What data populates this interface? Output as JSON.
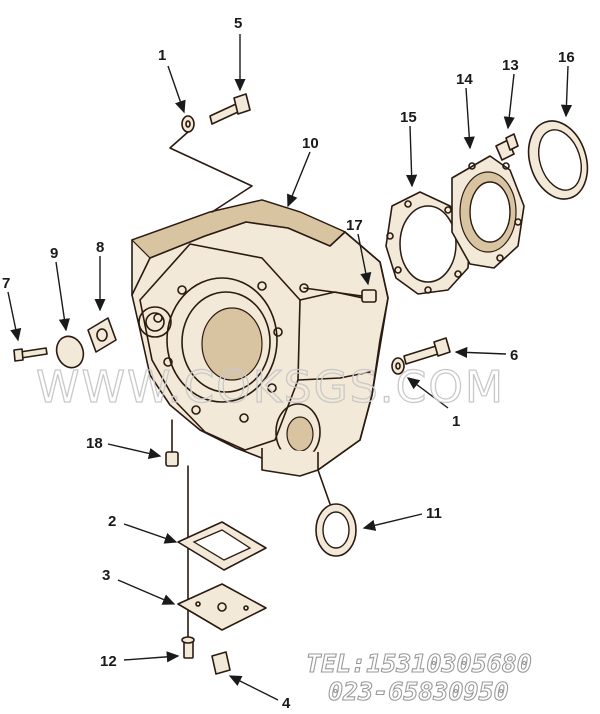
{
  "callouts": {
    "c1_top": "1",
    "c5": "5",
    "c10": "10",
    "c13": "13",
    "c14": "14",
    "c15": "15",
    "c16": "16",
    "c17": "17",
    "c7": "7",
    "c9": "9",
    "c8": "8",
    "c6": "6",
    "c1_right": "1",
    "c18": "18",
    "c11": "11",
    "c2": "2",
    "c3": "3",
    "c12": "12",
    "c4": "4"
  },
  "watermark": {
    "site": "WWW.COKSGS.COM",
    "phone": "TEL:15310305680",
    "fax": "023-65830950"
  },
  "colors": {
    "line": "#2b1a10",
    "part_fill": "#f3e9d8",
    "shade": "#d9c4a2",
    "text": "#1a1a1a"
  }
}
